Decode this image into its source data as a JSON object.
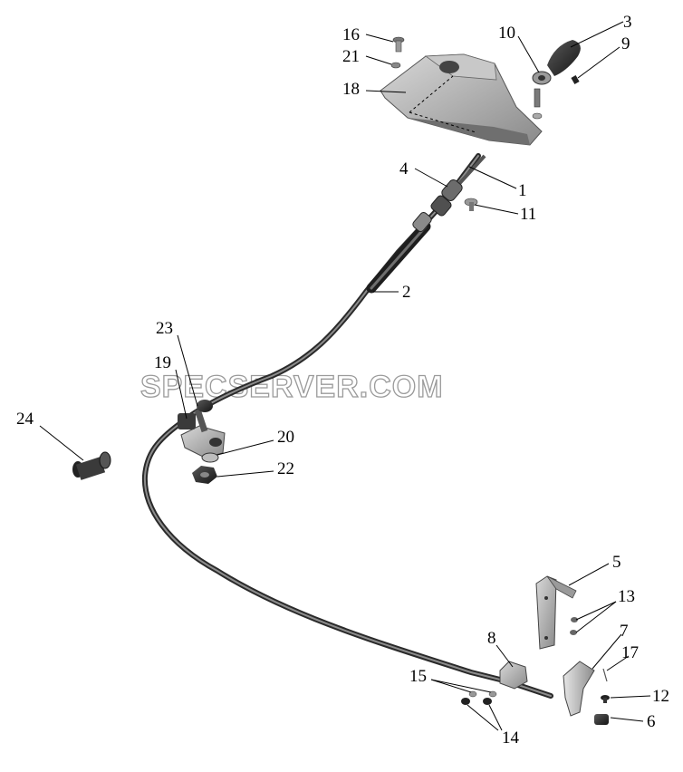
{
  "watermark": "SPECSERVER.COM",
  "callouts": [
    {
      "id": "c1",
      "text": "1"
    },
    {
      "id": "c2",
      "text": "2"
    },
    {
      "id": "c3",
      "text": "3"
    },
    {
      "id": "c4",
      "text": "4"
    },
    {
      "id": "c5",
      "text": "5"
    },
    {
      "id": "c6",
      "text": "6"
    },
    {
      "id": "c7",
      "text": "7"
    },
    {
      "id": "c8",
      "text": "8"
    },
    {
      "id": "c9",
      "text": "9"
    },
    {
      "id": "c10",
      "text": "10"
    },
    {
      "id": "c11",
      "text": "11"
    },
    {
      "id": "c12",
      "text": "12"
    },
    {
      "id": "c13",
      "text": "13"
    },
    {
      "id": "c14",
      "text": "14"
    },
    {
      "id": "c15",
      "text": "15"
    },
    {
      "id": "c16",
      "text": "16"
    },
    {
      "id": "c17",
      "text": "17"
    },
    {
      "id": "c18",
      "text": "18"
    },
    {
      "id": "c19",
      "text": "19"
    },
    {
      "id": "c20",
      "text": "20"
    },
    {
      "id": "c21",
      "text": "21"
    },
    {
      "id": "c22",
      "text": "22"
    },
    {
      "id": "c23",
      "text": "23"
    },
    {
      "id": "c24",
      "text": "24"
    }
  ]
}
